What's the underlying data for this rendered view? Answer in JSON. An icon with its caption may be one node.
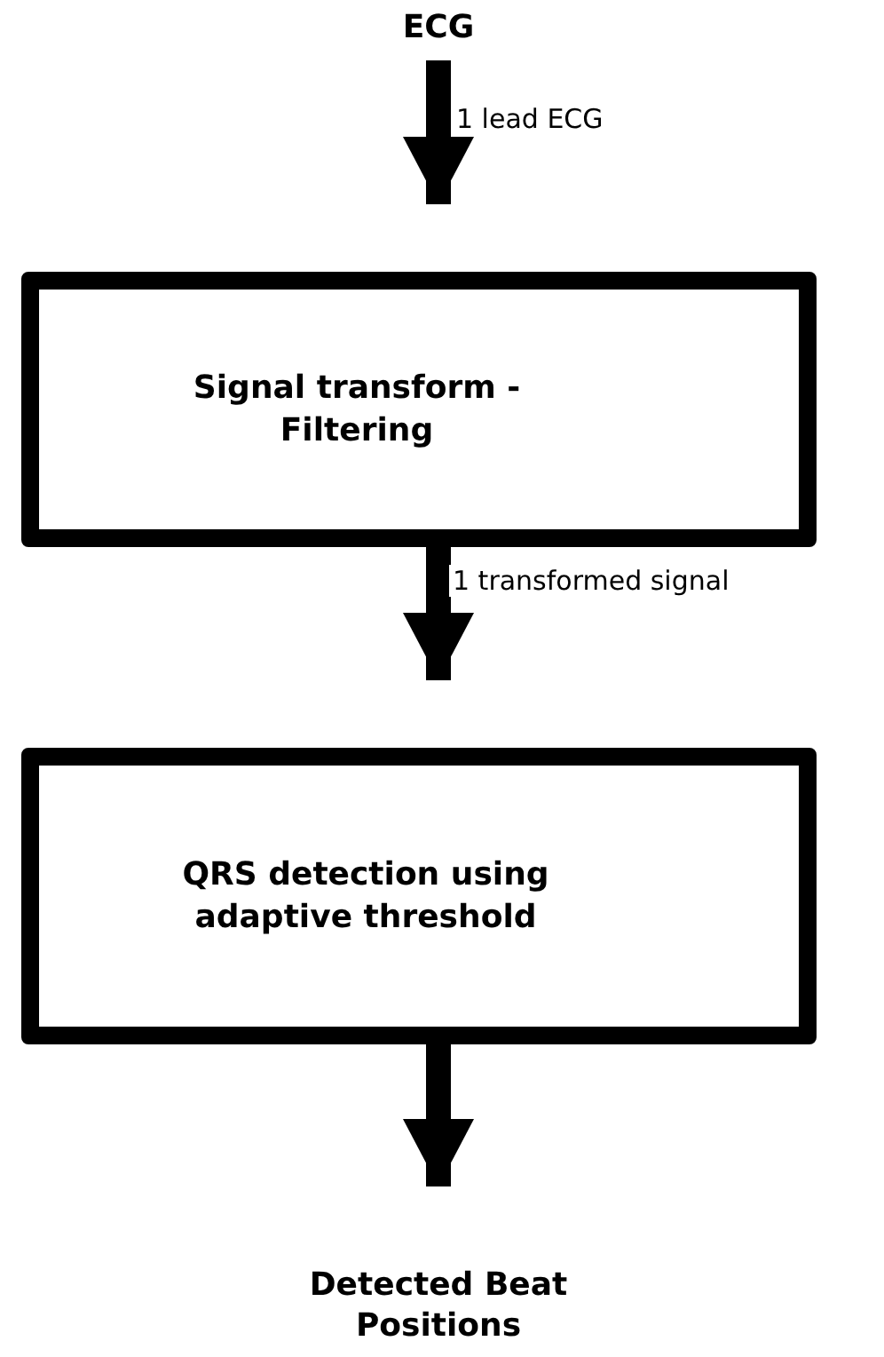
{
  "diagram": {
    "nodes": [
      {
        "text": [
          "ECG"
        ]
      },
      {
        "text": [
          "Signal transform - Filtering"
        ]
      },
      {
        "text": [
          "QRS detection using adaptive threshold"
        ]
      },
      {
        "text": [
          "Detected Beat Positions"
        ]
      }
    ],
    "edges": [
      {
        "from": 0,
        "to": 1,
        "arrow": "to",
        "label": "1 lead ECG"
      },
      {
        "from": 1,
        "to": 2,
        "arrow": "to",
        "label": "1 transformed signal"
      },
      {
        "from": 2,
        "to": 3,
        "arrow": "to"
      }
    ]
  }
}
